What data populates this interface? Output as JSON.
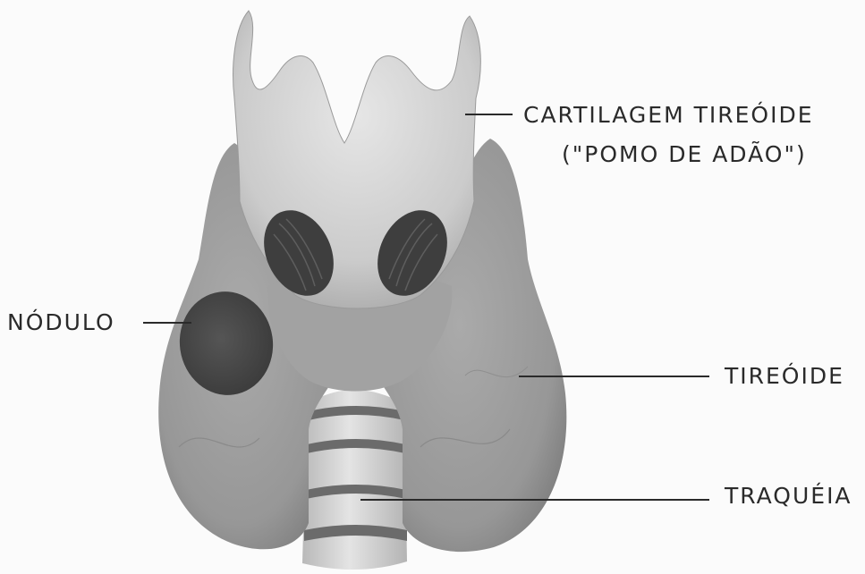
{
  "labels": {
    "cartilagem_line1": "CARTILAGEM TIREÓIDE",
    "cartilagem_line2": "(\"POMO DE ADÃO\")",
    "nodulo": "NÓDULO",
    "tireoide": "TIREÓIDE",
    "traqueia": "TRAQUÉIA"
  },
  "colors": {
    "background": "#fbfbfb",
    "thyroid": "#9d9d9d",
    "thyroid_dark": "#7f7f7f",
    "nodule": "#4a4a4a",
    "cartilage": "#cfcfcf",
    "trachea": "#d4d4d4",
    "trachea_rings": "#6a6a6a",
    "text": "#2a2a2a"
  }
}
